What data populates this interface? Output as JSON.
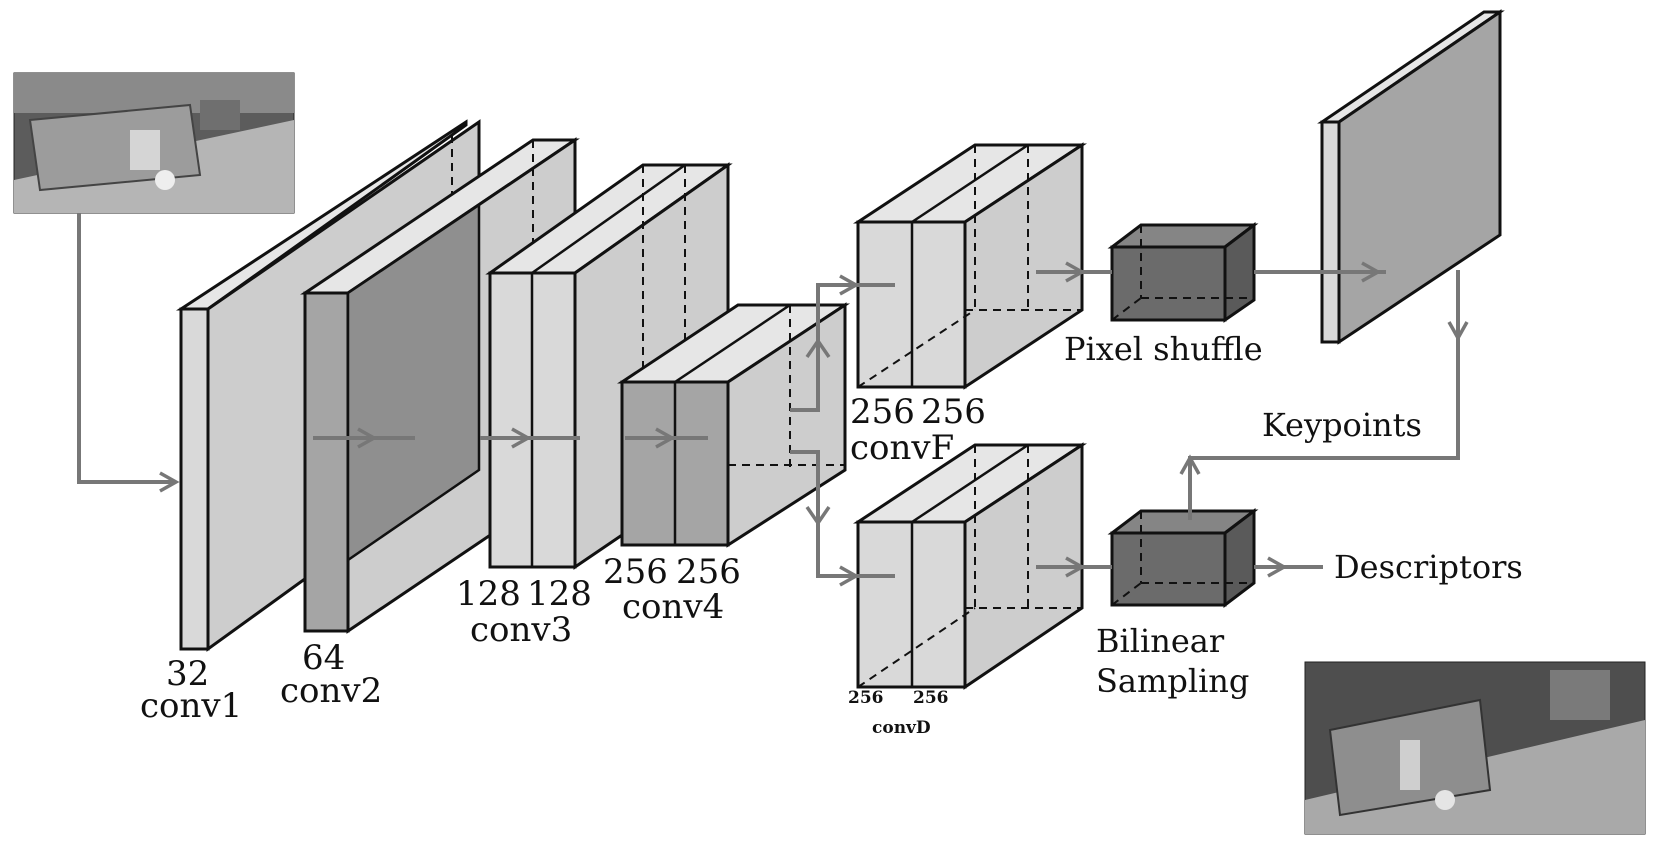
{
  "layers": {
    "conv1": {
      "channels": "32",
      "name": "conv1"
    },
    "conv2": {
      "channels": "64",
      "name": "conv2"
    },
    "conv3": {
      "channels_a": "128",
      "channels_b": "128",
      "name": "conv3"
    },
    "conv4": {
      "channels_a": "256",
      "channels_b": "256",
      "name": "conv4"
    },
    "convF": {
      "channels_a": "256",
      "channels_b": "256",
      "name": "convF"
    },
    "convD": {
      "channels_a": "256",
      "channels_b": "256",
      "name": "convD"
    }
  },
  "operations": {
    "pixel_shuffle": "Pixel shuffle",
    "bilinear_line1": "Bilinear",
    "bilinear_line2": "Sampling"
  },
  "outputs": {
    "keypoints": "Keypoints",
    "descriptors": "Descriptors"
  },
  "colors": {
    "light_block": "#d9d9d9",
    "dark_block": "#6b6b6b",
    "arrow": "#777777"
  }
}
